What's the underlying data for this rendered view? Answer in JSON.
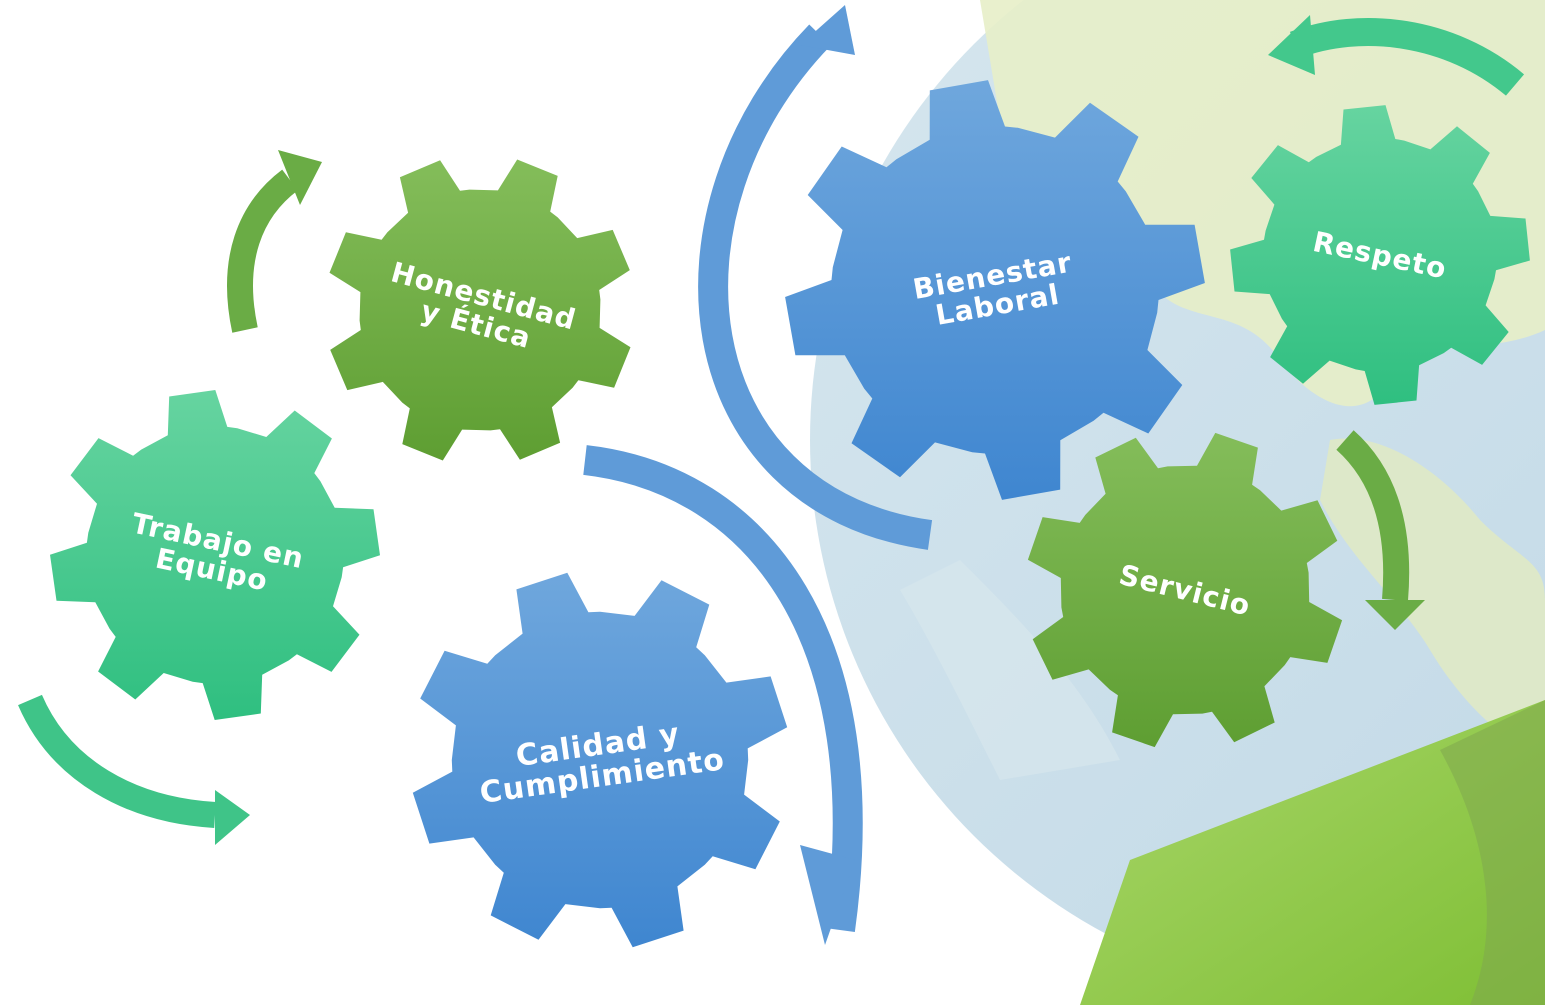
{
  "diagram": {
    "gears": [
      {
        "id": "trabajo",
        "lines": [
          "Trabajo en",
          "Equipo"
        ],
        "color": "green-teal"
      },
      {
        "id": "honestidad",
        "lines": [
          "Honestidad",
          "y Ética"
        ],
        "color": "green"
      },
      {
        "id": "calidad",
        "lines": [
          "Calidad y",
          "Cumplimiento"
        ],
        "color": "blue"
      },
      {
        "id": "bienestar",
        "lines": [
          "Bienestar",
          "Laboral"
        ],
        "color": "blue"
      },
      {
        "id": "respeto",
        "lines": [
          "Respeto"
        ],
        "color": "green-teal"
      },
      {
        "id": "servicio",
        "lines": [
          "Servicio"
        ],
        "color": "green"
      }
    ],
    "colors": {
      "teal_top": "#66d4a0",
      "teal_bottom": "#2fbf80",
      "green_top": "#84bd5a",
      "green_bottom": "#5e9e32",
      "blue_top": "#6fa7dd",
      "blue_bottom": "#3f86d0",
      "lime": "#8cc63f",
      "map_land": "#e9efc9",
      "map_sea": "#bcd7e6"
    }
  }
}
